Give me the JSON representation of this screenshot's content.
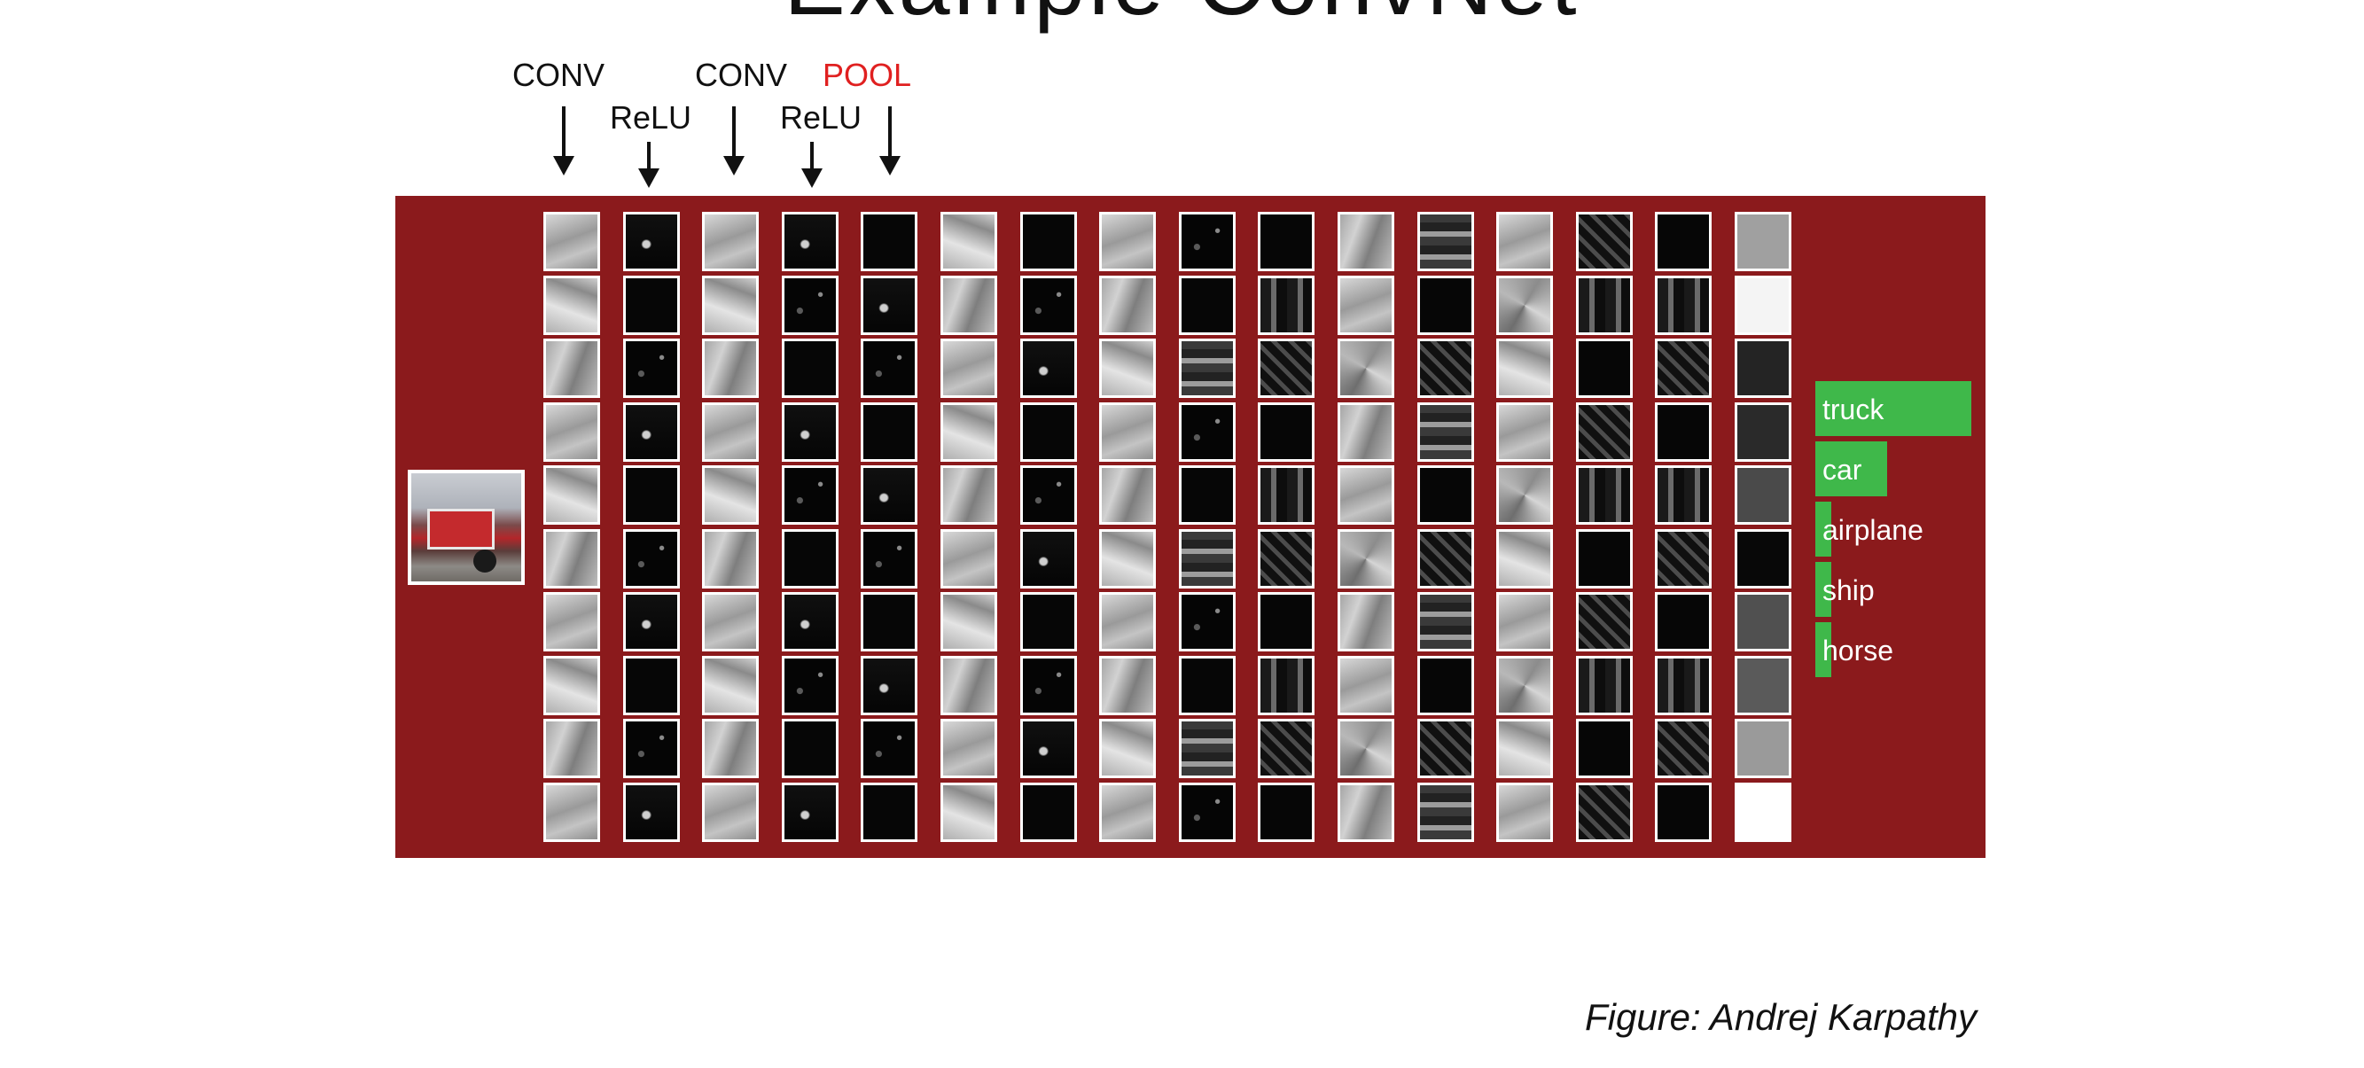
{
  "title": "Example ConvNet",
  "layer_labels": [
    {
      "text": "CONV",
      "kind": "conv"
    },
    {
      "text": "ReLU",
      "kind": "relu"
    },
    {
      "text": "CONV",
      "kind": "conv"
    },
    {
      "text": "ReLU",
      "kind": "relu"
    },
    {
      "text": "POOL",
      "kind": "pool"
    }
  ],
  "colors": {
    "panel": "#8b1a1c",
    "bar": "#3fb84a",
    "pool_label": "#e02020"
  },
  "input_image": "fire-truck",
  "activation_columns": 16,
  "tiles_per_column": 10,
  "final_column_shades": [
    "#a0a0a0",
    "#f4f4f4",
    "#242424",
    "#2a2a2a",
    "#4a4a4a",
    "#080808",
    "#505050",
    "#5a5a5a",
    "#9a9a9a",
    "#ffffff"
  ],
  "predictions": [
    {
      "label": "truck",
      "score": 1.0
    },
    {
      "label": "car",
      "score": 0.46
    },
    {
      "label": "airplane",
      "score": 0.1
    },
    {
      "label": "ship",
      "score": 0.1
    },
    {
      "label": "horse",
      "score": 0.1
    }
  ],
  "credit": "Figure: Andrej Karpathy"
}
